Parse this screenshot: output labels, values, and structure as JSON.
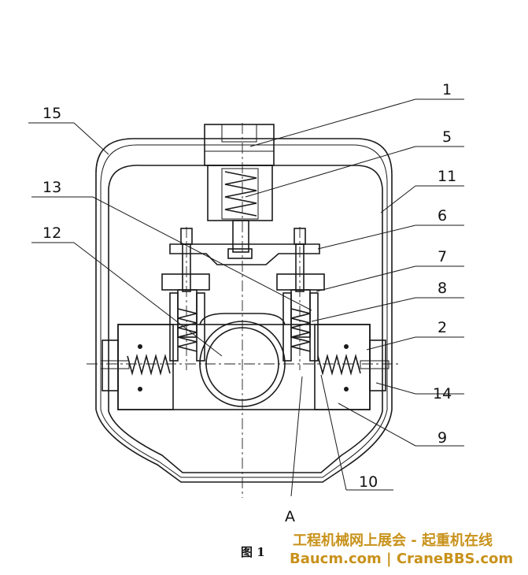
{
  "part_labels": [
    "1",
    "5",
    "11",
    "6",
    "7",
    "8",
    "2",
    "14",
    "9",
    "10",
    "15",
    "13",
    "12",
    "A"
  ],
  "caption": "图 1",
  "watermark": {
    "line1": "工程机械网上展会 - 起重机在线",
    "line2": "Baucm.com | CraneBBS.com"
  },
  "colors": {
    "watermark": "#c8921b",
    "ink": "#1a1a1a"
  }
}
